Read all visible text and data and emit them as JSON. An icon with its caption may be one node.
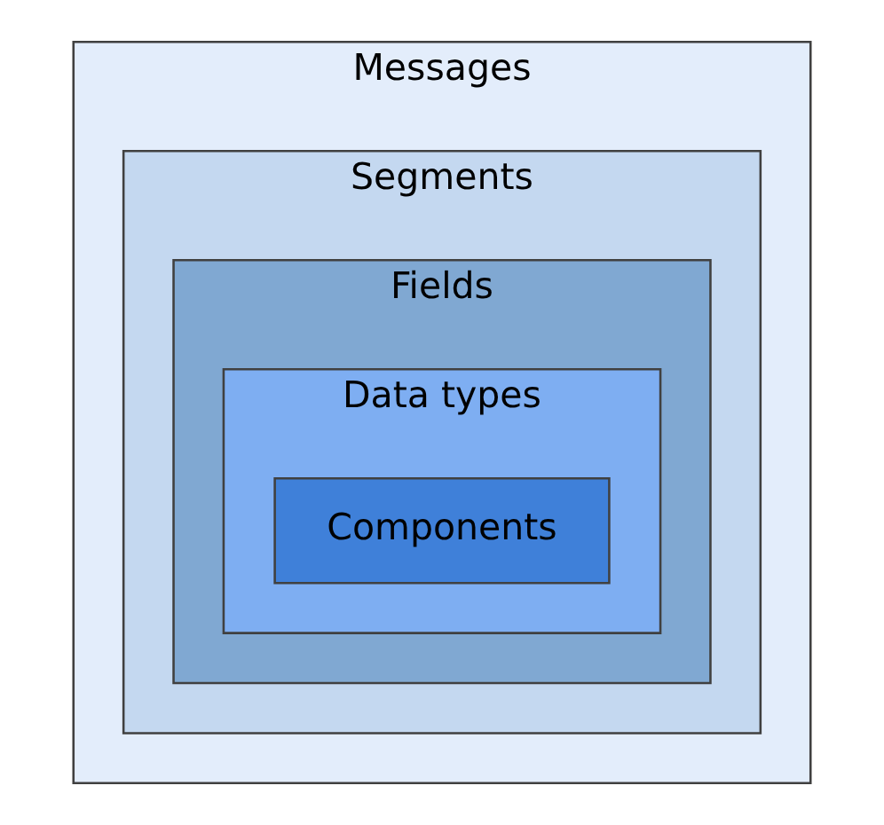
{
  "diagram": {
    "nodes": [
      {
        "text": [
          "Messages"
        ]
      },
      {
        "text": [
          "Segments"
        ],
        "in": 0
      },
      {
        "text": [
          "Fields"
        ],
        "in": 1
      },
      {
        "text": [
          "Data types"
        ],
        "in": 2
      },
      {
        "text": [
          "Components"
        ],
        "in": 3
      }
    ]
  }
}
